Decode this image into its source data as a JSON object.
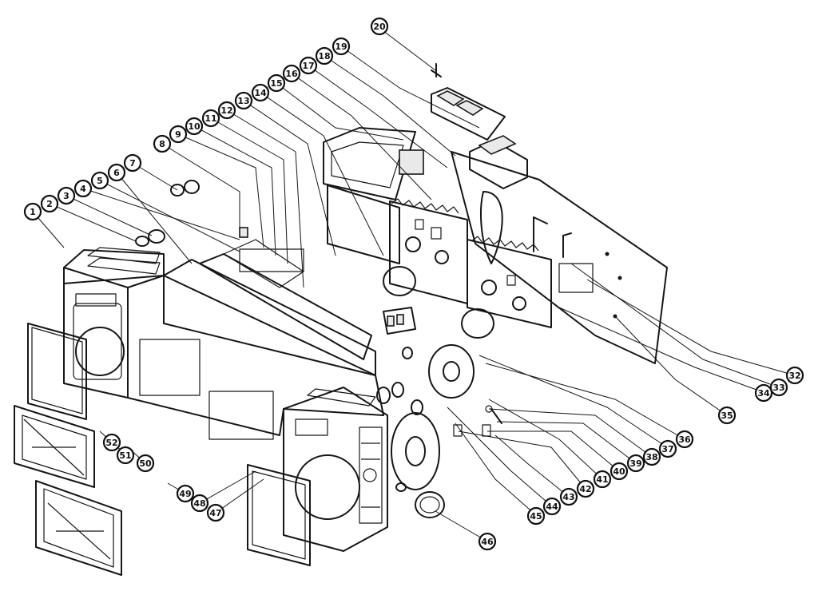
{
  "diagram": {
    "type": "exploded-parts-diagram",
    "callouts": [
      {
        "id": "1",
        "label": "1"
      },
      {
        "id": "2",
        "label": "2"
      },
      {
        "id": "3",
        "label": "3"
      },
      {
        "id": "4",
        "label": "4"
      },
      {
        "id": "5",
        "label": "5"
      },
      {
        "id": "6",
        "label": "6"
      },
      {
        "id": "7",
        "label": "7"
      },
      {
        "id": "8",
        "label": "8"
      },
      {
        "id": "9",
        "label": "9"
      },
      {
        "id": "10",
        "label": "10"
      },
      {
        "id": "11",
        "label": "11"
      },
      {
        "id": "12",
        "label": "12"
      },
      {
        "id": "13",
        "label": "13"
      },
      {
        "id": "14",
        "label": "14"
      },
      {
        "id": "15",
        "label": "15"
      },
      {
        "id": "16",
        "label": "16"
      },
      {
        "id": "17",
        "label": "17"
      },
      {
        "id": "18",
        "label": "18"
      },
      {
        "id": "19",
        "label": "19"
      },
      {
        "id": "20",
        "label": "20"
      },
      {
        "id": "32",
        "label": "32"
      },
      {
        "id": "33",
        "label": "33"
      },
      {
        "id": "34",
        "label": "34"
      },
      {
        "id": "35",
        "label": "35"
      },
      {
        "id": "36",
        "label": "36"
      },
      {
        "id": "37",
        "label": "37"
      },
      {
        "id": "38",
        "label": "38"
      },
      {
        "id": "39",
        "label": "39"
      },
      {
        "id": "40",
        "label": "40"
      },
      {
        "id": "41",
        "label": "41"
      },
      {
        "id": "42",
        "label": "42"
      },
      {
        "id": "43",
        "label": "43"
      },
      {
        "id": "44",
        "label": "44"
      },
      {
        "id": "45",
        "label": "45"
      },
      {
        "id": "46",
        "label": "46"
      },
      {
        "id": "47",
        "label": "47"
      },
      {
        "id": "48",
        "label": "48"
      },
      {
        "id": "49",
        "label": "49"
      },
      {
        "id": "50",
        "label": "50"
      },
      {
        "id": "51",
        "label": "51"
      },
      {
        "id": "52",
        "label": "52"
      }
    ]
  }
}
